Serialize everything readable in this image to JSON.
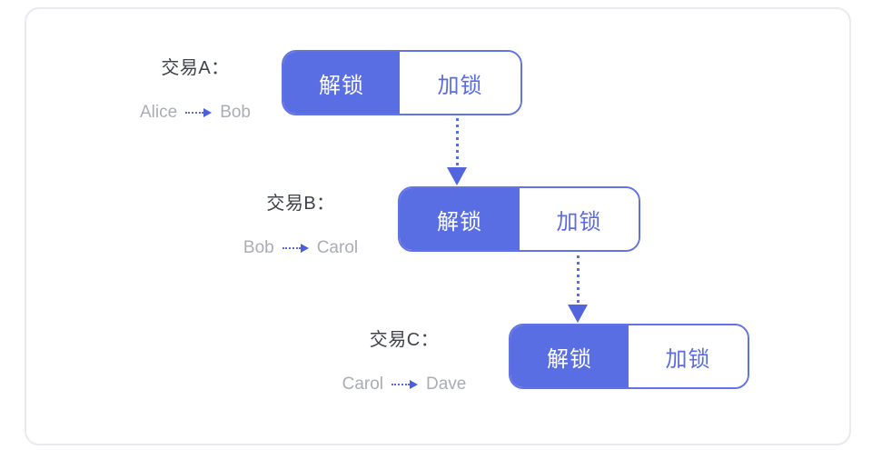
{
  "page": {
    "background": "#ffffff",
    "card_border_color": "#e9eaef"
  },
  "colors": {
    "primary_blue": "#5a6ee3",
    "arrow_blue": "#5265de",
    "title_text": "#3f434a",
    "subtitle_text": "#a9adb5"
  },
  "transactions": [
    {
      "title": "交易A：",
      "from": "Alice",
      "to": "Bob",
      "unlock_label": "解锁",
      "lock_label": "加锁"
    },
    {
      "title": "交易B：",
      "from": "Bob",
      "to": "Carol",
      "unlock_label": "解锁",
      "lock_label": "加锁"
    },
    {
      "title": "交易C：",
      "from": "Carol",
      "to": "Dave",
      "unlock_label": "解锁",
      "lock_label": "加锁"
    }
  ]
}
